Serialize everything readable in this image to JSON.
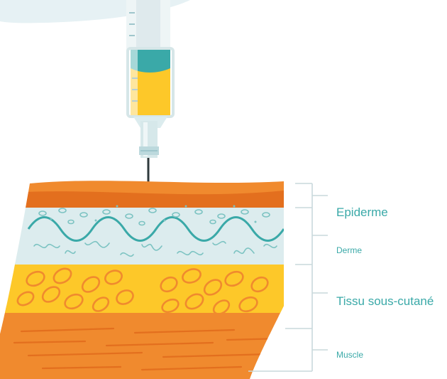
{
  "labels": {
    "epiderme": "Epiderme",
    "derme": "Derme",
    "tissu": "Tissu sous-cutané",
    "muscle": "Muscle"
  },
  "colors": {
    "orange": "#f08a2e",
    "dark_orange": "#e36f1e",
    "light_blue": "#dcecee",
    "teal": "#3aa9a8",
    "yellow": "#fdc829",
    "label": "#3aa9a8",
    "bracket": "#c9d9dc"
  },
  "icons": {
    "syringe": "syringe-icon",
    "needle": "needle-icon"
  }
}
